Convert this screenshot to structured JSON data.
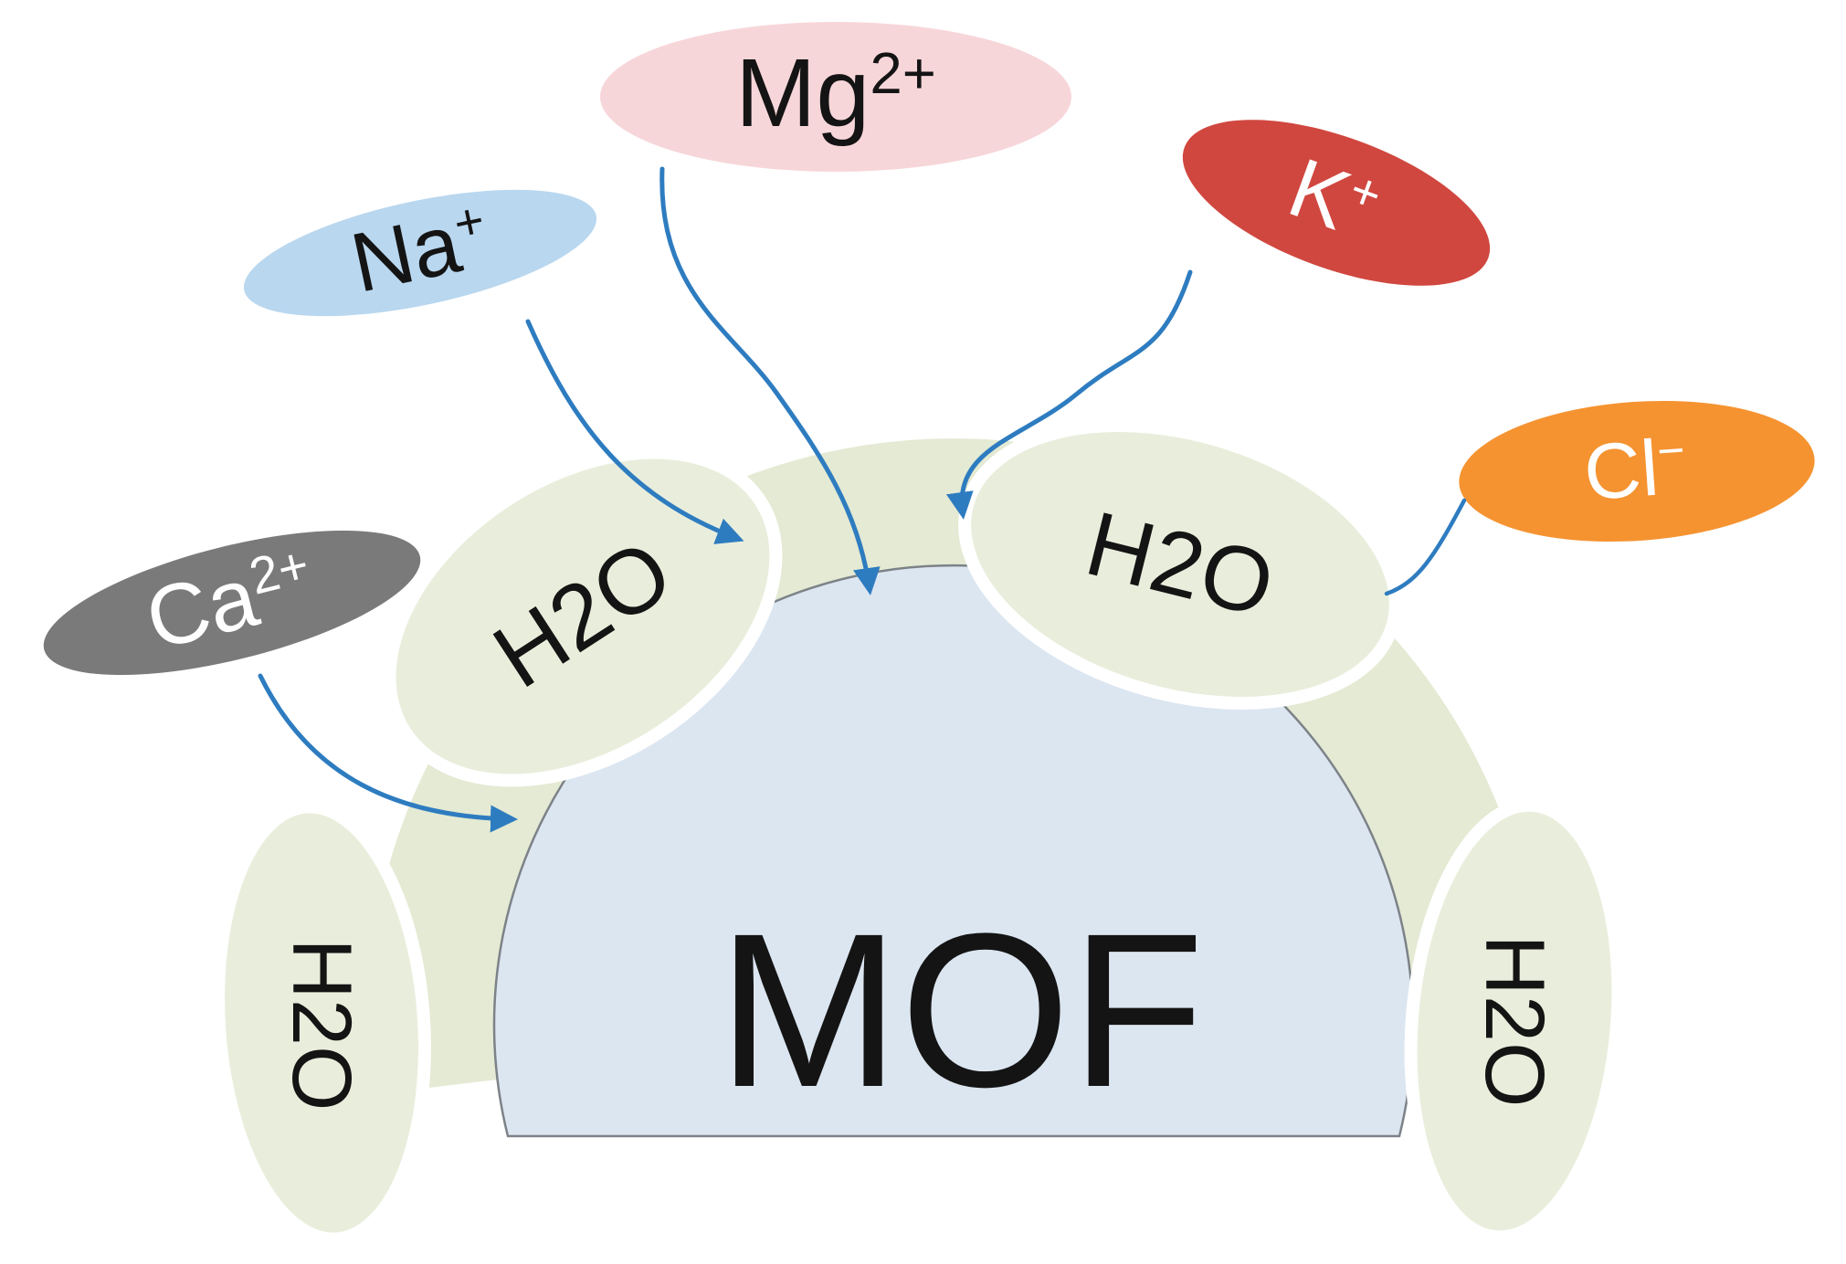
{
  "colors": {
    "background": "#ffffff",
    "band": "#e4ead3",
    "water_blob": "#e9eedc",
    "blob_outline": "#ffffff",
    "dome_fill": "#dce6f1",
    "dome_outline": "#7d8288",
    "arrow": "#2e7cc0",
    "ion_mg": "#f7d6d9",
    "ion_na": "#b9d7ef",
    "ion_k": "#d0473f",
    "ion_cl": "#f59331",
    "ion_ca": "#7a7a7a",
    "text_dark": "#141414",
    "text_light": "#ffffff"
  },
  "mof": {
    "label": "MOF"
  },
  "water": {
    "label": "H2O"
  },
  "ions": {
    "mg": {
      "base": "Mg",
      "sup": "2+"
    },
    "na": {
      "base": "Na",
      "sup": "+"
    },
    "k": {
      "base": "K",
      "sup": "+"
    },
    "cl": {
      "base": "Cl",
      "sup": "−"
    },
    "ca": {
      "base": "Ca",
      "sup": "2+"
    }
  }
}
